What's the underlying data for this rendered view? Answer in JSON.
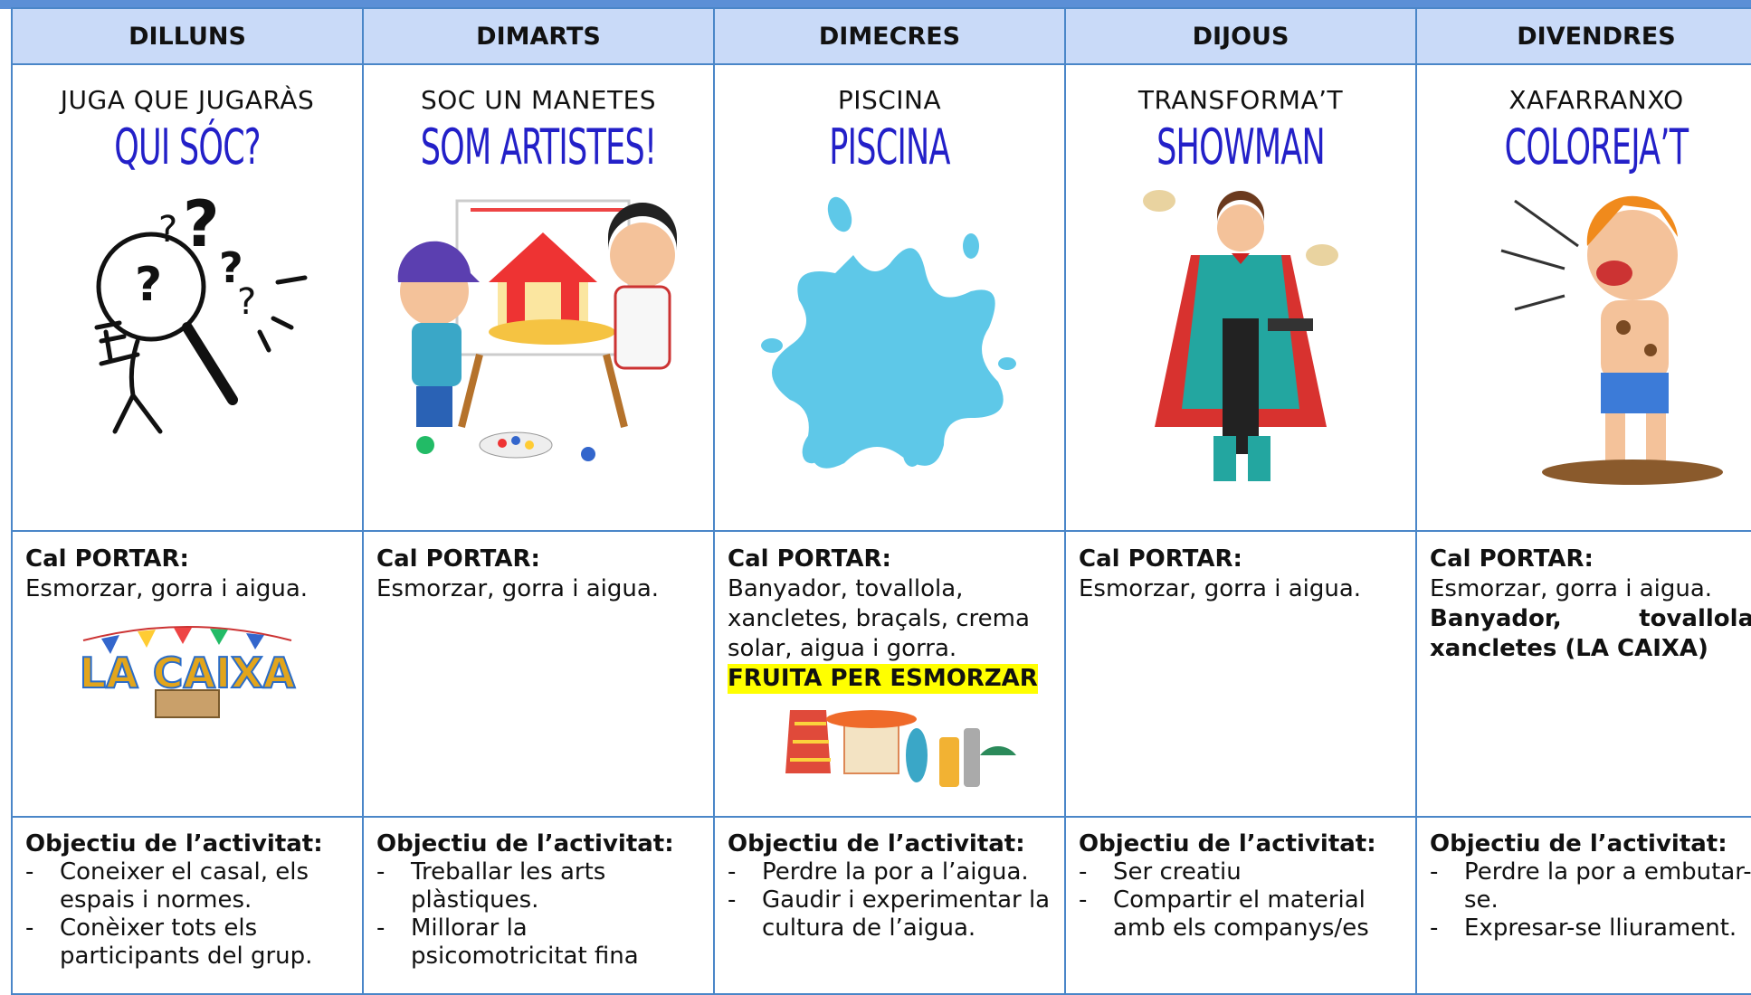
{
  "days": [
    {
      "day": "DILLUNS",
      "subtitle": "JUGA QUE JUGARÀS",
      "title": "QUI SÓC?",
      "image_icon": "question-magnifier-icon",
      "bring_head": "Cal PORTAR:",
      "bring_text": "Esmorzar, gorra i aigua.",
      "bring_bold": "",
      "bring_highlight": "",
      "bring_image": "la-caixa-logo",
      "logo_text": "LA CAIXA",
      "objective_head": "Objectiu de l’activitat:",
      "objectives": [
        "Coneixer el casal, els espais i normes.",
        "Conèixer tots els participants del grup."
      ]
    },
    {
      "day": "DIMARTS",
      "subtitle": "SOC UN MANETES",
      "title": "SOM ARTISTES!",
      "image_icon": "kids-painting-icon",
      "bring_head": "Cal PORTAR:",
      "bring_text": "Esmorzar, gorra i aigua.",
      "bring_bold": "",
      "bring_highlight": "",
      "bring_image": "",
      "objective_head": "Objectiu de l’activitat:",
      "objectives": [
        "Treballar les arts plàstiques.",
        "Millorar la psicomotricitat fina"
      ]
    },
    {
      "day": "DIMECRES",
      "subtitle": "PISCINA",
      "title": "PISCINA",
      "image_icon": "water-splash-icon",
      "bring_head": "Cal PORTAR:",
      "bring_text": "Banyador, tovallola, xancletes, braçals,  crema solar, aigua i gorra.",
      "bring_bold": "",
      "bring_highlight": "FRUITA PER ESMORZAR",
      "bring_image": "beach-items-icon",
      "objective_head": "Objectiu de l’activitat:",
      "objectives": [
        "Perdre la por a l’aigua.",
        "Gaudir i experimentar la cultura de l’aigua."
      ]
    },
    {
      "day": "DIJOUS",
      "subtitle": "TRANSFORMA’T",
      "title": "SHOWMAN",
      "image_icon": "magician-icon",
      "bring_head": "Cal PORTAR:",
      "bring_text": "Esmorzar, gorra i aigua.",
      "bring_bold": "",
      "bring_highlight": "",
      "bring_image": "",
      "objective_head": "Objectiu de l’activitat:",
      "objectives": [
        "Ser creatiu",
        "Compartir el material amb els companys/es"
      ]
    },
    {
      "day": "DIVENDRES",
      "subtitle": "XAFARRANXO",
      "title": "COLOREJA’T",
      "image_icon": "muddy-kid-icon",
      "bring_head": "Cal PORTAR:",
      "bring_text": "Esmorzar, gorra i aigua.",
      "bring_bold": "Banyador, tovallola, xancletes (LA CAIXA)",
      "bring_highlight": "",
      "bring_image": "",
      "objective_head": "Objectiu de l’activitat:",
      "objectives": [
        "Perdre la por a embutar-se.",
        "Expresar-se lliurament."
      ]
    }
  ],
  "colors": {
    "header_bg": "#c9daf8",
    "border": "#4a86c8",
    "title": "#2320c8",
    "highlight": "#ffff00"
  }
}
